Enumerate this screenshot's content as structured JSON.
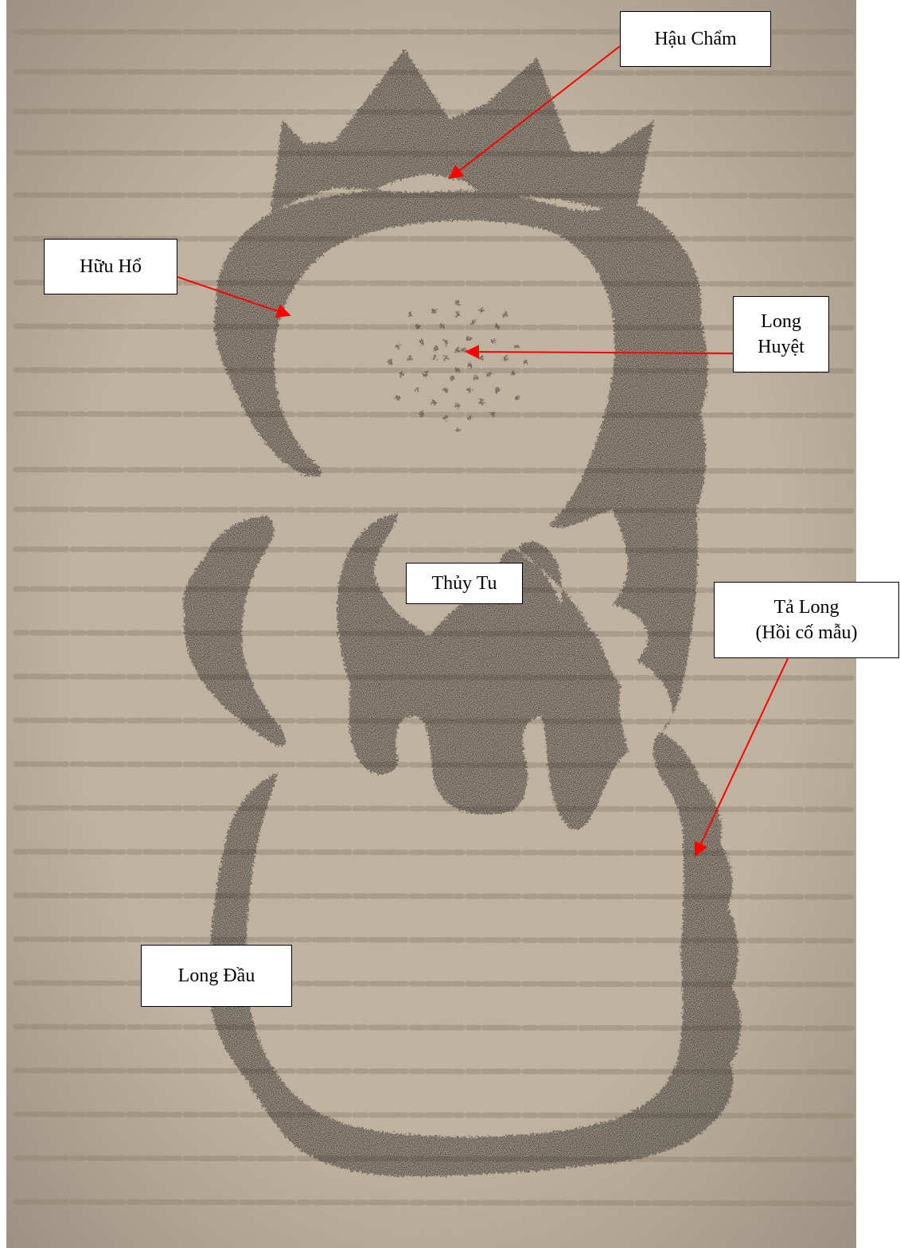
{
  "diagram": {
    "labels": {
      "hau_cham": "Hậu Chẩm",
      "huu_ho": "Hữu Hổ",
      "long_huyet": [
        "Long",
        "Huyệt"
      ],
      "thuy_tu": "Thủy Tu",
      "ta_long": [
        "Tả Long",
        "(Hồi cố mẫu)"
      ],
      "long_dau": "Long Đầu"
    },
    "colors": {
      "arrow": "#ff0000",
      "ink": "#1a1a1a",
      "paper": "#c7b9a4",
      "box_border": "#000000",
      "box_fill": "#ffffff"
    }
  }
}
